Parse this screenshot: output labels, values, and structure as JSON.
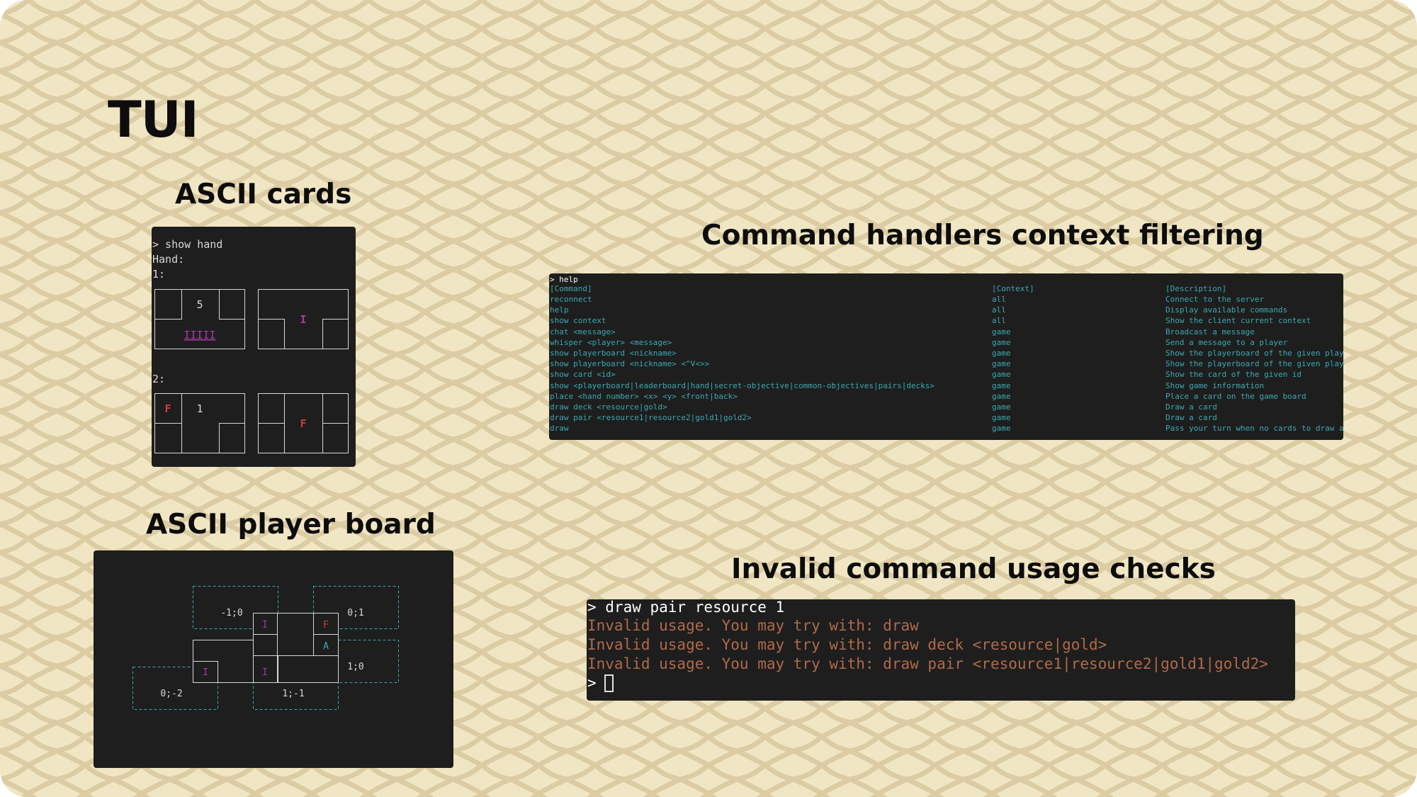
{
  "slide": {
    "title": "TUI",
    "colors": {
      "background": "#f1e6c4",
      "pattern": "#dccca4",
      "terminal": "#1e1e1e",
      "teal": "#3ba8b0",
      "purple": "#a93aaa",
      "red": "#d23c3c",
      "error_orange": "#b06a4a"
    }
  },
  "ascii_cards": {
    "heading": "ASCII cards",
    "lines": [
      "> show hand",
      "Hand:",
      "1:",
      "2:"
    ],
    "card1_front": {
      "points": "5",
      "requirement": "IIIII"
    },
    "card1_back": {
      "symbol": "I"
    },
    "card2_front": {
      "corner": "F",
      "points": "1"
    },
    "card2_back": {
      "symbol": "F"
    }
  },
  "player_board": {
    "heading": "ASCII player board",
    "coords": [
      "-1;0",
      "0;1",
      "1;0",
      "0;-2",
      "1;-1"
    ],
    "symbols": {
      "i_top": "I",
      "f_corner": "F",
      "a_corner": "A",
      "i_left": "I",
      "i_center": "I"
    }
  },
  "command_help": {
    "heading": "Command handlers context filtering",
    "prompt": "> help",
    "headers": {
      "command": "[Command]",
      "context": "[Context]",
      "description": "[Description]"
    },
    "rows": [
      {
        "command": "reconnect",
        "context": "all",
        "description": "Connect to the server"
      },
      {
        "command": "help",
        "context": "all",
        "description": "Display available commands"
      },
      {
        "command": "show context",
        "context": "all",
        "description": "Show the client current context"
      },
      {
        "command": "chat <message>",
        "context": "game",
        "description": "Broadcast a message"
      },
      {
        "command": "whisper <player> <message>",
        "context": "game",
        "description": "Send a message to a player"
      },
      {
        "command": "show playerboard <nickname>",
        "context": "game",
        "description": "Show the playerboard of the given player"
      },
      {
        "command": "show playerboard <nickname> <^V<>>",
        "context": "game",
        "description": "Show the playerboard of the given player"
      },
      {
        "command": "show card <id>",
        "context": "game",
        "description": "Show the card of the given id"
      },
      {
        "command": "show <playerboard|leaderboard|hand|secret-objective|common-objectives|pairs|decks>",
        "context": "game",
        "description": "Show game information"
      },
      {
        "command": "place <hand number> <x> <y> <front|back>",
        "context": "game",
        "description": "Place a card on the game board"
      },
      {
        "command": "draw deck <resource|gold>",
        "context": "game",
        "description": "Draw a card"
      },
      {
        "command": "draw pair <resource1|resource2|gold1|gold2>",
        "context": "game",
        "description": "Draw a card"
      },
      {
        "command": "draw",
        "context": "game",
        "description": "Pass your turn when no cards to draw are available"
      }
    ]
  },
  "invalid_usage": {
    "heading": "Invalid command usage checks",
    "command": "> draw pair resource 1",
    "errors": [
      "Invalid usage. You may try with: draw",
      "Invalid usage. You may try with: draw deck <resource|gold>",
      "Invalid usage. You may try with: draw pair <resource1|resource2|gold1|gold2>"
    ],
    "prompt": ">"
  }
}
